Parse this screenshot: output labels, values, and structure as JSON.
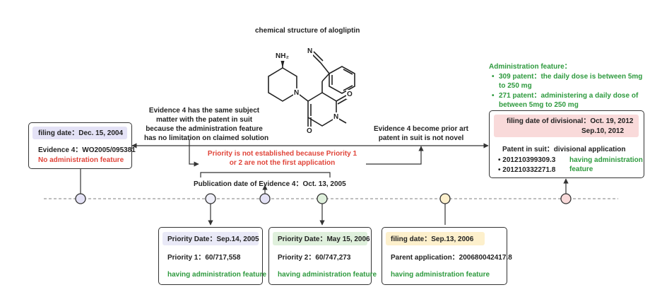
{
  "title": "chemical structure of alogliptin",
  "molecule": {
    "nitrile": "N",
    "amine": "NH₂",
    "n_atoms": [
      "N",
      "N"
    ],
    "oxygens": [
      "O",
      "O"
    ]
  },
  "annotations": {
    "evidence_same_subject": [
      "Evidence 4 has the same subject",
      "matter with the patent in suit",
      "because the administration feature",
      "has no limitation on claimed solution"
    ],
    "priority_not_established": [
      "Priority is not established because Priority 1",
      "or 2 are not the first application"
    ],
    "prior_art": [
      "Evidence 4 become prior art",
      "patent in suit is not novel"
    ],
    "publication_date": "Publication date of Evidence 4：Oct. 13, 2005"
  },
  "admin_feature": {
    "heading": "Administration feature：",
    "items": [
      [
        "309 patent：the daily dose is between 5mg",
        "to 250 mg"
      ],
      [
        "271 patent：administering a daily dose of",
        "between 5mg to 250 mg"
      ]
    ]
  },
  "boxes": {
    "evidence4": {
      "date": "filing date：Dec. 15, 2004",
      "evidence": "Evidence 4：WO2005/095381",
      "note": "No administration feature"
    },
    "divisional": {
      "date_line1": "filing date of divisional：Oct. 19, 2012",
      "date_line2": "Sep.10, 2012",
      "title": "Patent in suit：divisional application",
      "items": [
        "201210399309.3",
        "201210332271.8"
      ],
      "feature": [
        "having administration",
        "feature"
      ]
    },
    "priority1": {
      "date": "Priority Date：Sep.14, 2005",
      "label": "Priority 1：60/717,558",
      "feature": "having administration feature"
    },
    "priority2": {
      "date": "Priority Date：May 15, 2006",
      "label": "Priority 2：60/747,273",
      "feature": "having administration feature"
    },
    "parent": {
      "date": "filing date：Sep.13, 2006",
      "label": "Parent application：200680042417.8",
      "feature": "having administration feature"
    }
  },
  "colors": {
    "lavender": "#e4e2f6",
    "green_light": "#dff0dc",
    "yellow_light": "#fdf0cc",
    "pink_light": "#f9dada",
    "green_text": "#2e9a3e",
    "red_text": "#e0453a"
  }
}
